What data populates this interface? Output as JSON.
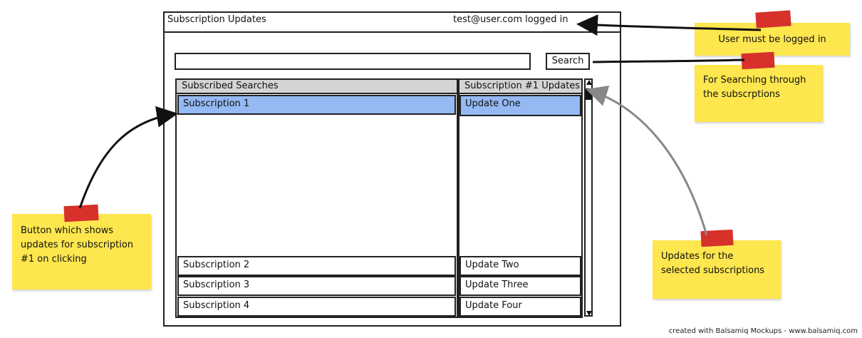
{
  "window": {
    "title": "Subscription Updates",
    "login_status": "test@user.com logged in"
  },
  "search": {
    "value": "",
    "button_label": "Search"
  },
  "subscriptions": {
    "header": "Subscribed Searches",
    "items": [
      "Subscription 1",
      "Subscription 2",
      "Subscription 3",
      "Subscription 4"
    ],
    "selected": "Subscription 1"
  },
  "updates": {
    "header": "Subscription #1 Updates",
    "items": [
      "Update One",
      "Update Two",
      "Update Three",
      "Update Four"
    ]
  },
  "notes": {
    "login": "User must be logged in",
    "search": "For Searching through the subscrptions",
    "button": "Button which shows updates for subscription #1 on clicking",
    "updates": "Updates for the selected subscriptions"
  },
  "footer": {
    "credit": "created with Balsamiq Mockups - www.balsamiq.com"
  },
  "colors": {
    "selection": "#94b9f3",
    "header": "#d4d4d4",
    "sticky_note": "#fde64e",
    "tape": "#d6312b"
  }
}
